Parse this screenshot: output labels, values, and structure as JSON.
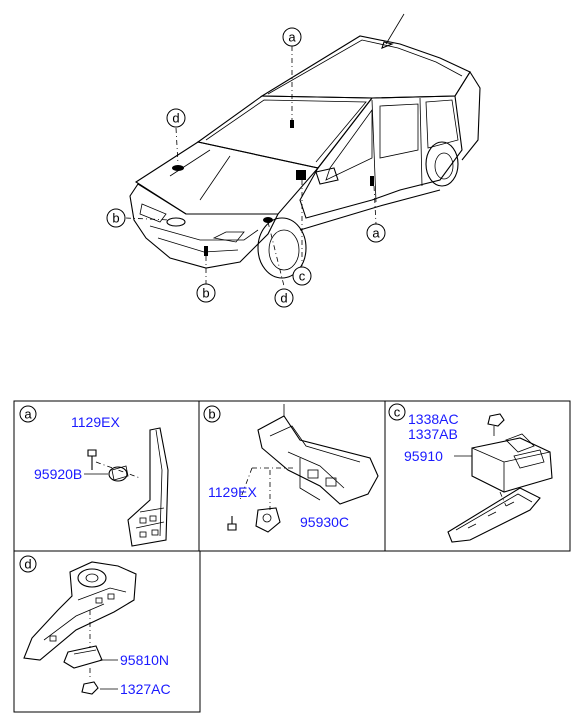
{
  "callouts": {
    "a": "a",
    "b": "b",
    "c": "c",
    "d": "d"
  },
  "panels": {
    "a": {
      "letter": "a",
      "parts": [
        "1129EX",
        "95920B"
      ]
    },
    "b": {
      "letter": "b",
      "parts": [
        "1129EX",
        "95930C"
      ]
    },
    "c": {
      "letter": "c",
      "parts": [
        "1338AC",
        "1337AB",
        "95910"
      ]
    },
    "d": {
      "letter": "d",
      "parts": [
        "95810N",
        "1327AC"
      ]
    }
  },
  "colors": {
    "label": "#1a1aff",
    "line": "#000000"
  }
}
